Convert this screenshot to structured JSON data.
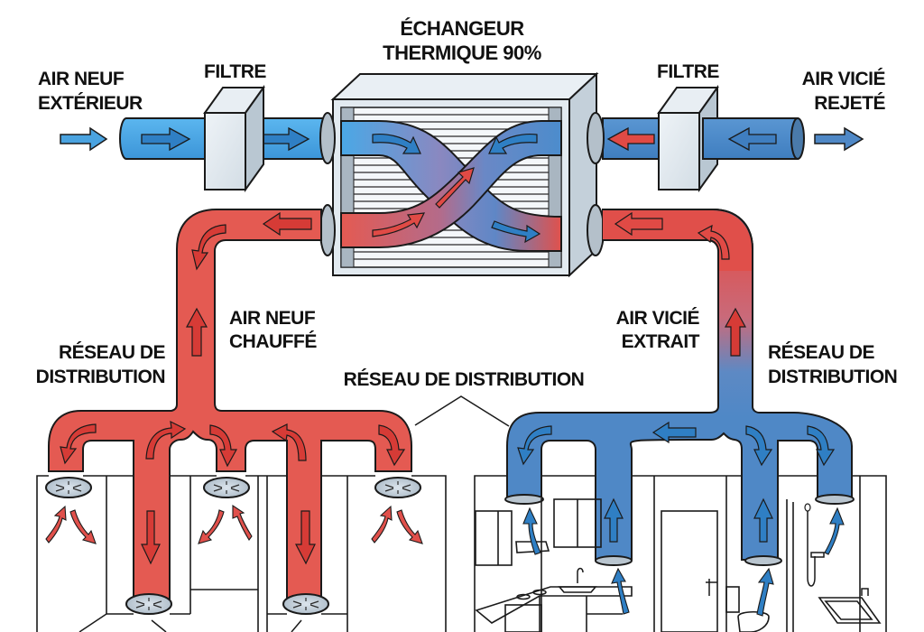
{
  "diagram": {
    "title": "VMC double flux",
    "colors": {
      "cold_air": "#4aa3e0",
      "cold_air_dark": "#2f7fc4",
      "extract_air": "#4f88c6",
      "warm_air": "#e45a52",
      "warm_air_dark": "#d63b36",
      "unit_body": "#e2eaf0",
      "unit_side": "#c5d1da",
      "outline": "#1a1a1a"
    },
    "labels": {
      "fresh_air_in_line1": "AIR NEUF",
      "fresh_air_in_line2": "EXTÉRIEUR",
      "filter_left": "FILTRE",
      "exchanger_line1": "ÉCHANGEUR",
      "exchanger_line2": "THERMIQUE 90%",
      "filter_right": "FILTRE",
      "exhaust_out_line1": "AIR VICIÉ",
      "exhaust_out_line2": "REJETÉ",
      "heated_air_line1": "AIR NEUF",
      "heated_air_line2": "CHAUFFÉ",
      "extracted_air_line1": "AIR VICIÉ",
      "extracted_air_line2": "EXTRAIT",
      "network_left_line1": "RÉSEAU DE",
      "network_left_line2": "DISTRIBUTION",
      "network_center": "RÉSEAU DE DISTRIBUTION",
      "network_right_line1": "RÉSEAU DE",
      "network_right_line2": "DISTRIBUTION"
    },
    "exchanger_efficiency_percent": 90,
    "supply_vents": 5,
    "extract_vents": 4
  }
}
